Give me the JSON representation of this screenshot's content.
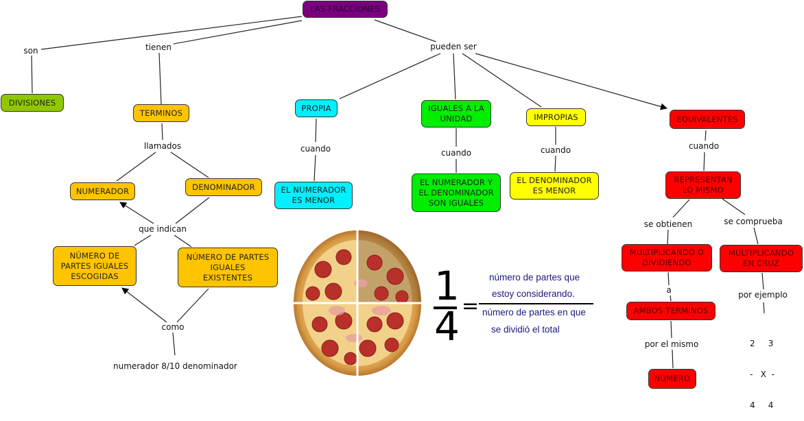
{
  "title": "LAS FRACCIONES",
  "colors": {
    "root": "#7b0080",
    "divisiones": "#8fc800",
    "terminos": "#ffc400",
    "propia": "#00f0ff",
    "iguales": "#00ee00",
    "impropias": "#ffff00",
    "equivalentes": "#ff0000",
    "fraction_text": "#1a1a80"
  },
  "nodes": {
    "root": "LAS FRACCIONES",
    "divisiones": "DIVISIONES",
    "terminos": "TERMINOS",
    "numerador": "NUMERADOR",
    "denominador": "DENOMINADOR",
    "escogidas": "NÚMERO DE\nPARTES IGUALES\nESCOGIDAS",
    "existentes": "NÚMERO DE PARTES\nIGUALES\nEXISTENTES",
    "propia": "PROPIA",
    "propia_cond": "EL NUMERADOR\nES MENOR",
    "iguales": "IGUALES A LA\nUNIDAD",
    "iguales_cond": "EL NUMERADOR Y\nEL DENOMINADOR\nSON IGUALES",
    "impropias": "IMPROPIAS",
    "impropias_cond": "EL DENOMINADOR\nES MENOR",
    "equivalentes": "EQUIVALENTES",
    "representan": "REPRESENTAN\nLO MISMO",
    "multiplicando": "MULTIPLICANDO O\nDIVIDIENDO",
    "ambos": "AMBOS TERMINOS",
    "numero": "NÚMERO",
    "cruz": "MULTIPLICANDO\nEN CRUZ"
  },
  "link_labels": {
    "son": "son",
    "tienen": "tienen",
    "pueden_ser": "pueden ser",
    "llamados": "llamados",
    "que_indican": "que indican",
    "como": "como",
    "cuando_propia": "cuando",
    "cuando_iguales": "cuando",
    "cuando_impropias": "cuando",
    "cuando_equiv": "cuando",
    "se_obtienen": "se obtienen",
    "se_comprueba": "se comprueba",
    "a": "a",
    "por_el_mismo": "por el mismo",
    "por_ejemplo": "por ejemplo"
  },
  "example_text": "numerador 8/10 denominador",
  "cross_example": {
    "line1": "2     3",
    "line2": "-   X  -",
    "line3": "4     4"
  },
  "fraction_image": {
    "numerator": "1",
    "denominator": "4",
    "equals": "=",
    "top_line1": "número de partes que",
    "top_line2": "estoy considerando.",
    "bottom_line1": "número de partes en que",
    "bottom_line2": "se dividió el total"
  }
}
